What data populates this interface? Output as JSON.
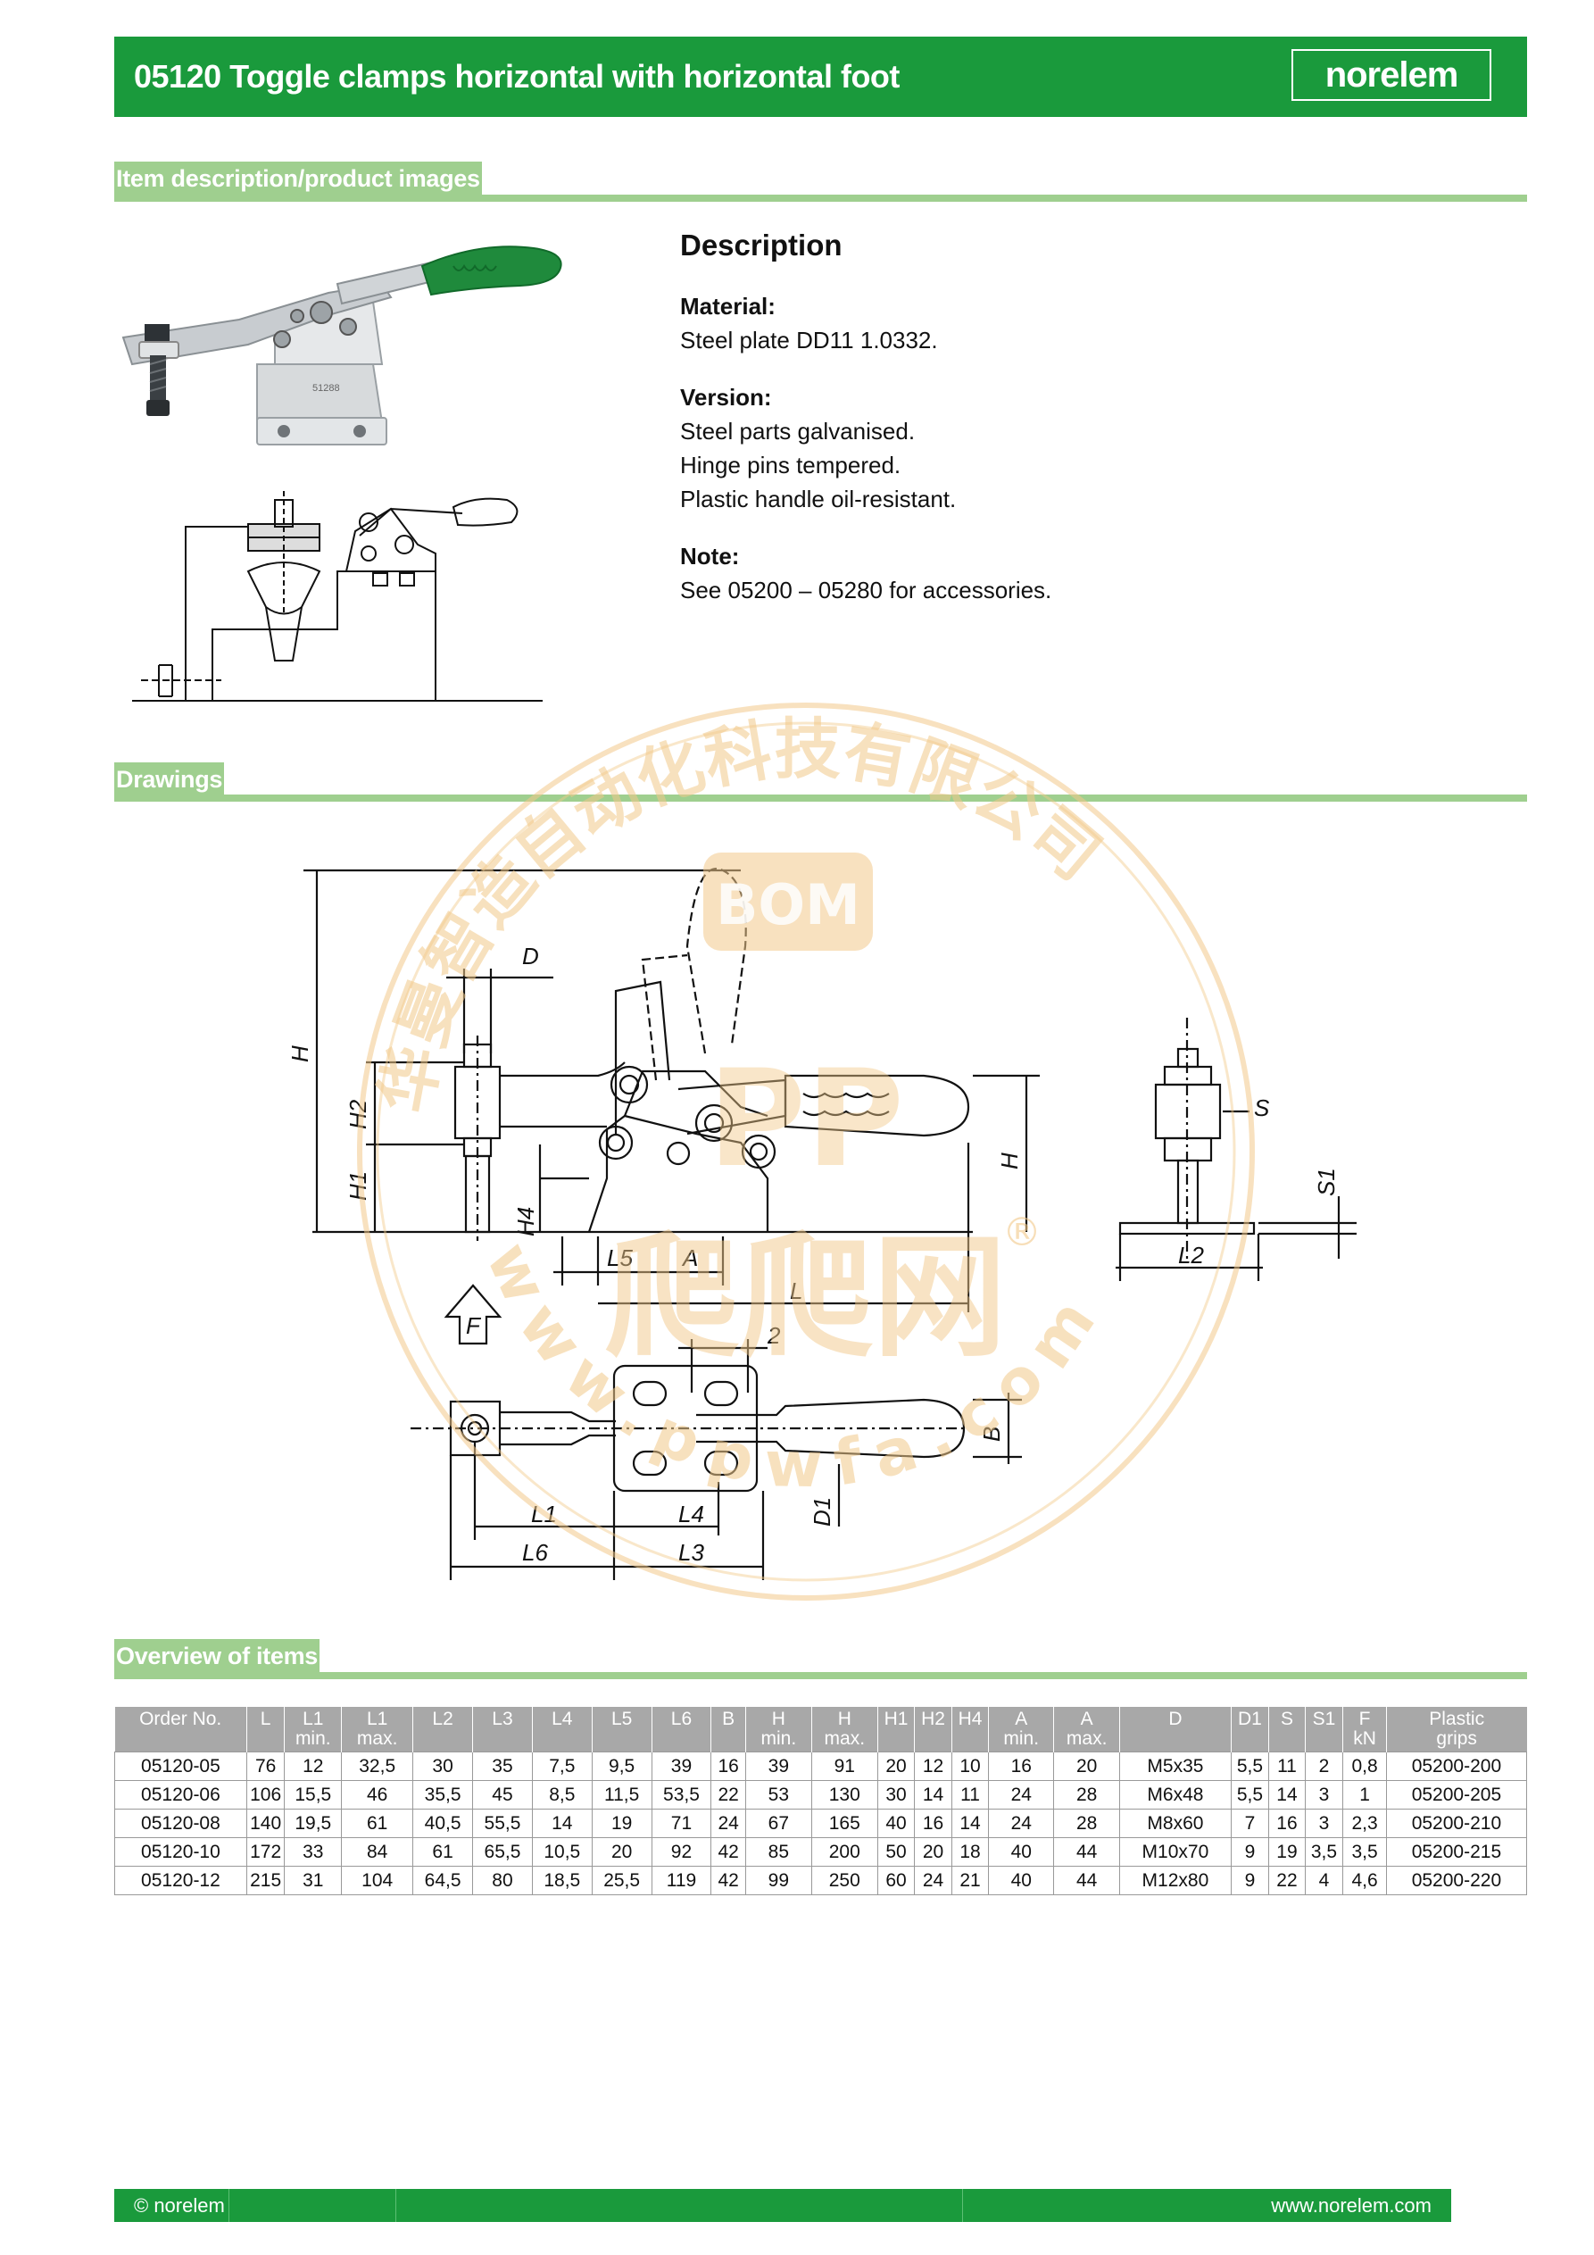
{
  "header": {
    "title": "05120 Toggle clamps horizontal with horizontal foot",
    "logo": "norelem"
  },
  "sections": {
    "item_description": "Item description/product images",
    "drawings": "Drawings",
    "overview": "Overview of items"
  },
  "description": {
    "heading": "Description",
    "material_label": "Material:",
    "material_text": "Steel plate DD11 1.0332.",
    "version_label": "Version:",
    "version_lines": [
      "Steel parts galvanised.",
      "Hinge pins tempered.",
      "Plastic handle oil-resistant."
    ],
    "note_label": "Note:",
    "note_text": "See 05200 – 05280 for accessories."
  },
  "product_image": {
    "marking": "51288"
  },
  "drawing_labels": {
    "H": "H",
    "H1": "H1",
    "H2": "H2",
    "H4": "H4",
    "D": "D",
    "L5": "L5",
    "A": "A",
    "L": "L",
    "F": "F",
    "S": "S",
    "S1": "S1",
    "L2": "L2",
    "two": "2",
    "B": "B",
    "D1": "D1",
    "L1": "L1",
    "L4": "L4",
    "L6": "L6",
    "L3": "L3"
  },
  "table": {
    "headers": [
      [
        "Order No.",
        ""
      ],
      [
        "L",
        ""
      ],
      [
        "L1",
        "min."
      ],
      [
        "L1",
        "max."
      ],
      [
        "L2",
        ""
      ],
      [
        "L3",
        ""
      ],
      [
        "L4",
        ""
      ],
      [
        "L5",
        ""
      ],
      [
        "L6",
        ""
      ],
      [
        "B",
        ""
      ],
      [
        "H",
        "min."
      ],
      [
        "H",
        "max."
      ],
      [
        "H1",
        ""
      ],
      [
        "H2",
        ""
      ],
      [
        "H4",
        ""
      ],
      [
        "A",
        "min."
      ],
      [
        "A",
        "max."
      ],
      [
        "D",
        ""
      ],
      [
        "D1",
        ""
      ],
      [
        "S",
        ""
      ],
      [
        "S1",
        ""
      ],
      [
        "F",
        "kN"
      ],
      [
        "Plastic",
        "grips"
      ]
    ],
    "rows": [
      [
        "05120-05",
        "76",
        "12",
        "32,5",
        "30",
        "35",
        "7,5",
        "9,5",
        "39",
        "16",
        "39",
        "91",
        "20",
        "12",
        "10",
        "16",
        "20",
        "M5x35",
        "5,5",
        "11",
        "2",
        "0,8",
        "05200-200"
      ],
      [
        "05120-06",
        "106",
        "15,5",
        "46",
        "35,5",
        "45",
        "8,5",
        "11,5",
        "53,5",
        "22",
        "53",
        "130",
        "30",
        "14",
        "11",
        "24",
        "28",
        "M6x48",
        "5,5",
        "14",
        "3",
        "1",
        "05200-205"
      ],
      [
        "05120-08",
        "140",
        "19,5",
        "61",
        "40,5",
        "55,5",
        "14",
        "19",
        "71",
        "24",
        "67",
        "165",
        "40",
        "16",
        "14",
        "24",
        "28",
        "M8x60",
        "7",
        "16",
        "3",
        "2,3",
        "05200-210"
      ],
      [
        "05120-10",
        "172",
        "33",
        "84",
        "61",
        "65,5",
        "10,5",
        "20",
        "92",
        "42",
        "85",
        "200",
        "50",
        "20",
        "18",
        "40",
        "44",
        "M10x70",
        "9",
        "19",
        "3,5",
        "3,5",
        "05200-215"
      ],
      [
        "05120-12",
        "215",
        "31",
        "104",
        "64,5",
        "80",
        "18,5",
        "25,5",
        "119",
        "42",
        "99",
        "250",
        "60",
        "24",
        "21",
        "40",
        "44",
        "M12x80",
        "9",
        "22",
        "4",
        "4,6",
        "05200-220"
      ]
    ]
  },
  "footer": {
    "left": "© norelem",
    "right": "www.norelem.com"
  },
  "watermark": {
    "top_text": "华曼智造自动化科技有限公司",
    "bottom_text": "www.ppwfa.com",
    "logo1": "BOM",
    "logo2": "爬爬网",
    "reg": "®"
  },
  "colors": {
    "brand_green": "#1a9a3c",
    "section_green": "#9fcf8f",
    "table_header": "#a8a8a8",
    "handle_green": "#1f8a3c"
  }
}
